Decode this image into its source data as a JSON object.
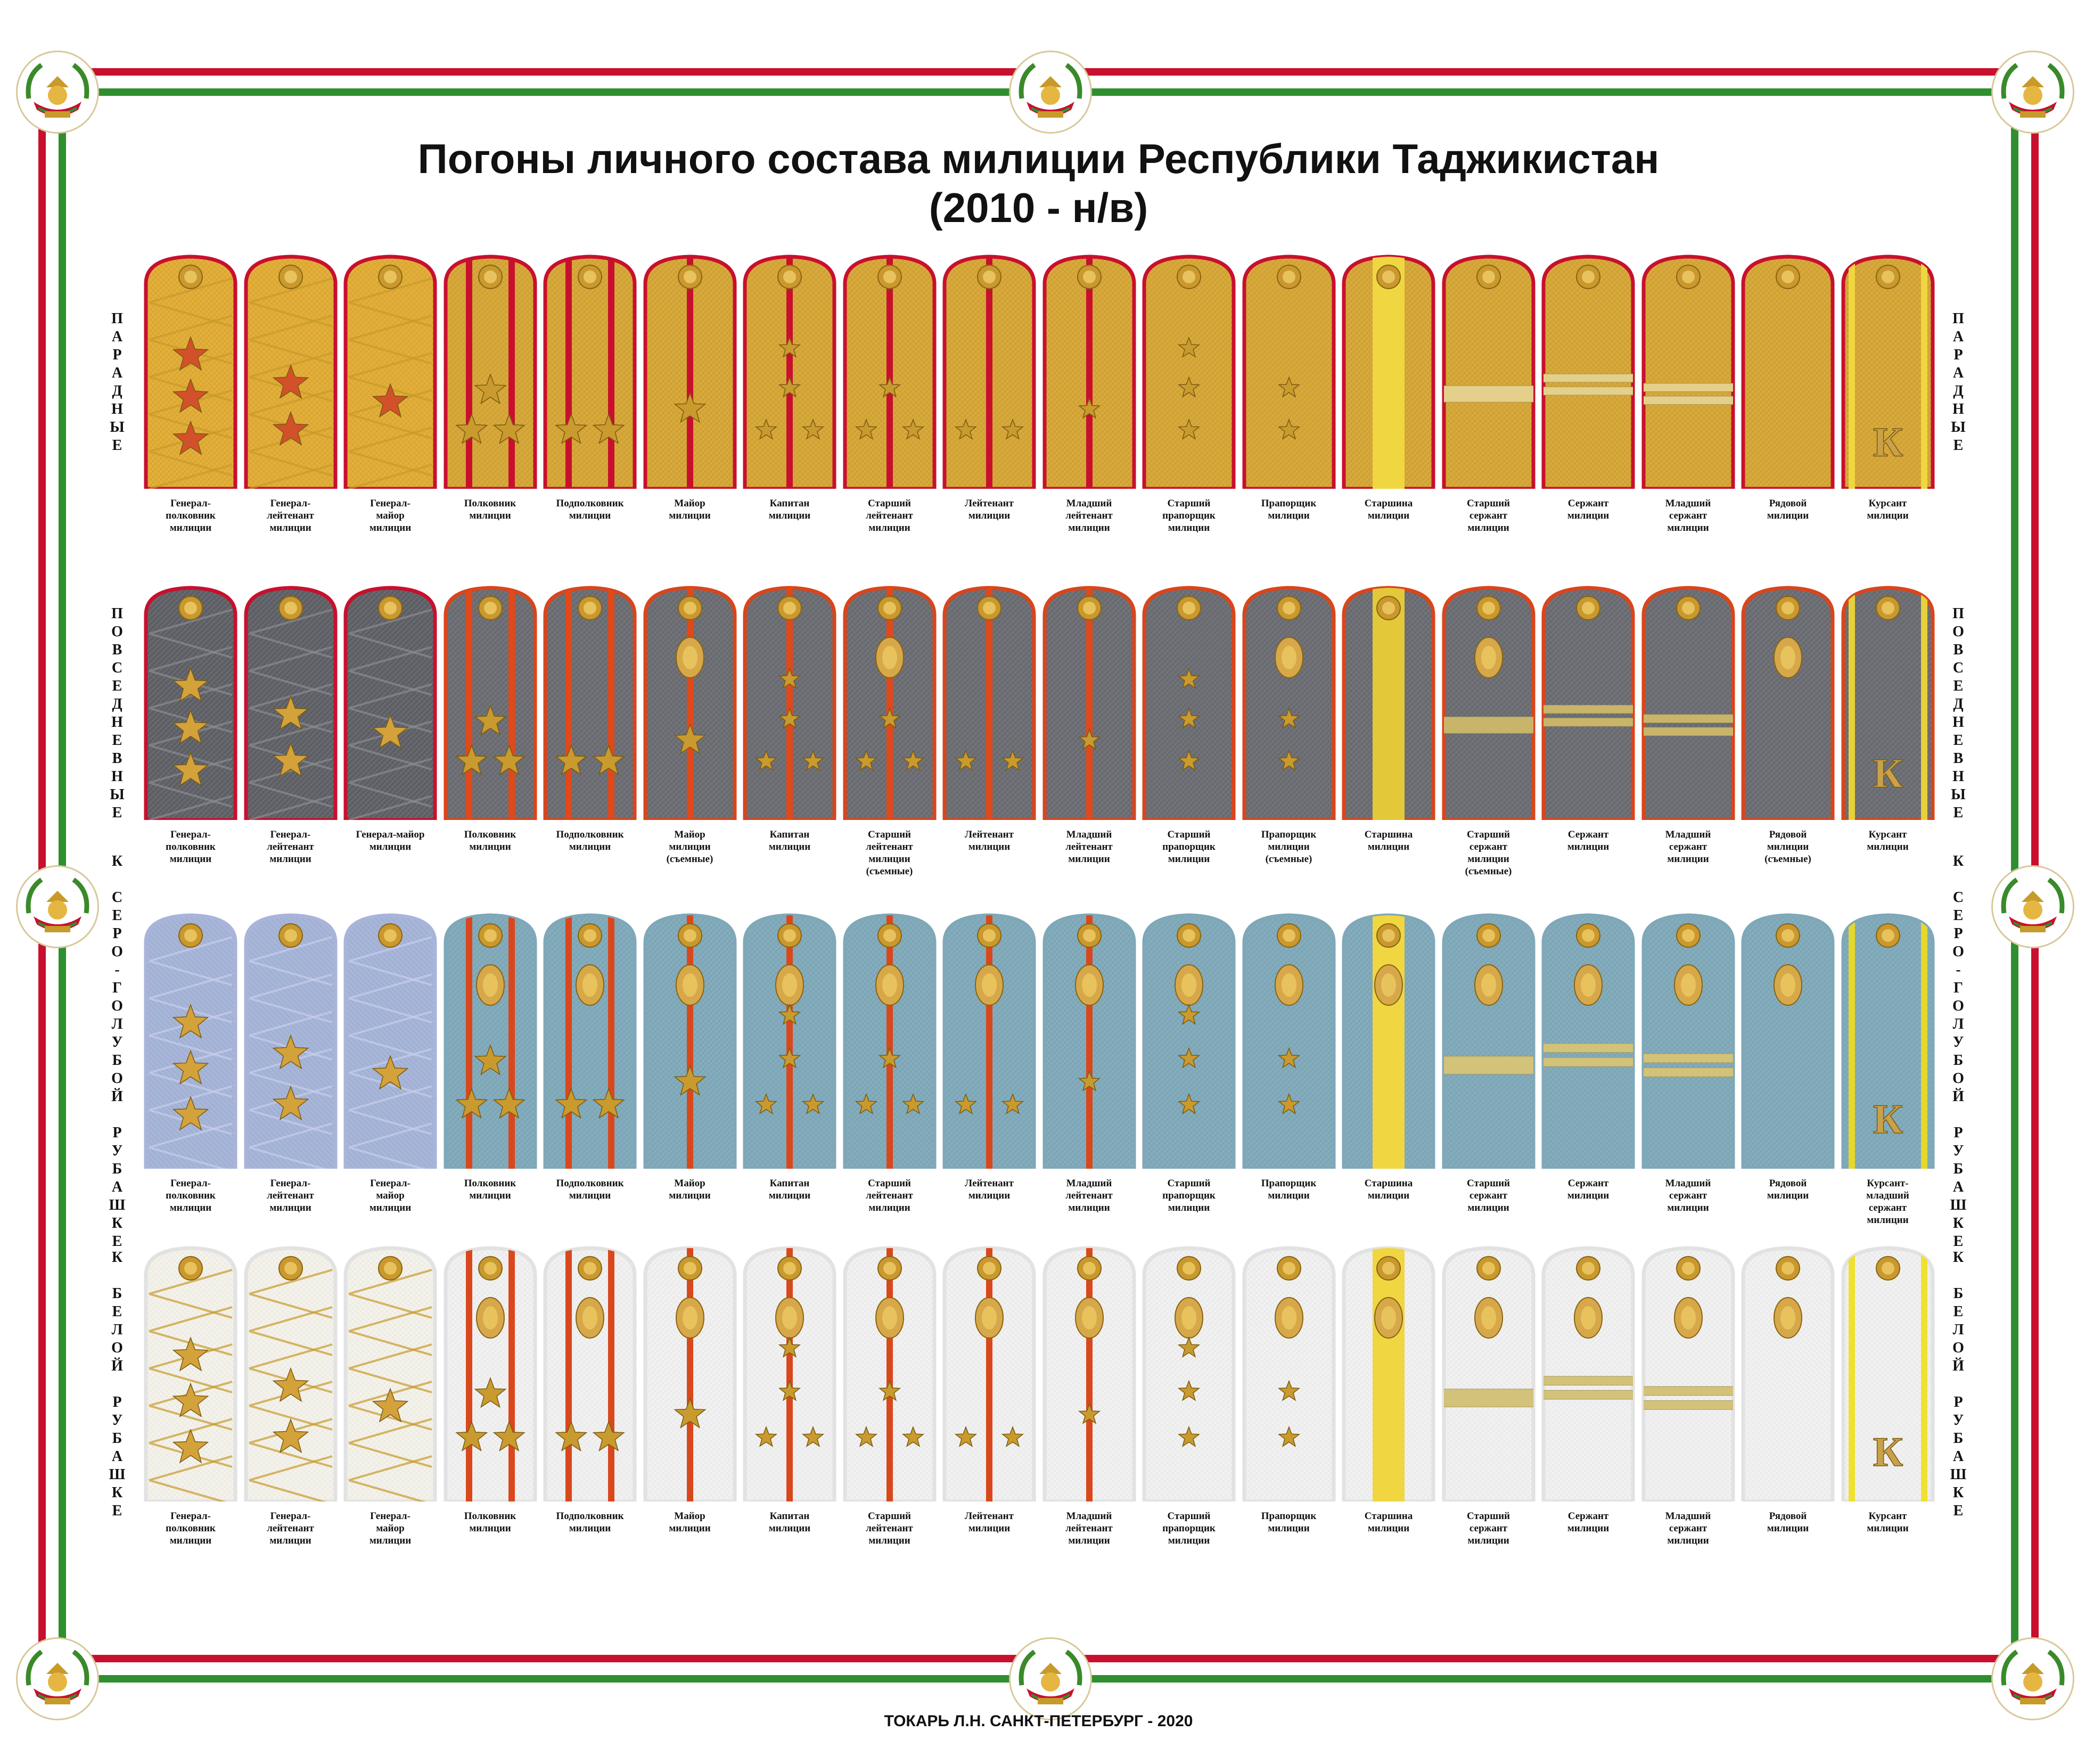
{
  "title_line1": "Погоны личного состава милиции Республики Таджикистан",
  "title_line2": "(2010 - н/в)",
  "footer": "ТОКАРЬ Л.Н.   САНКТ-ПЕТЕРБУРГ - 2020",
  "colors": {
    "frame_red": "#c8102e",
    "frame_green": "#2f8f2f",
    "gold": "#c79a2a"
  },
  "rows": [
    {
      "label": "ПАРАДНЫЕ",
      "ranks": [
        "Генерал-\nполковник\nмилиции",
        "Генерал-\nлейтенант\nмилиции",
        "Генерал-\nмайор\nмилиции",
        "Полковник\nмилиции",
        "Подполковник\nмилиции",
        "Майор\nмилиции",
        "Капитан\nмилиции",
        "Старший\nлейтенант\nмилиции",
        "Лейтенант\nмилиции",
        "Младший\nлейтенант\nмилиции",
        "Старший\nпрапорщик\nмилиции",
        "Прапорщик\nмилиции",
        "Старшина\nмилиции",
        "Старший\nсержант\nмилиции",
        "Сержант\nмилиции",
        "Младший\nсержант\nмилиции",
        "Рядовой\nмилиции",
        "Курсант\nмилиции"
      ]
    },
    {
      "label": "ПОВСЕДНЕВНЫЕ",
      "ranks": [
        "Генерал-\nполковник\nмилиции",
        "Генерал-\nлейтенант\nмилиции",
        "Генерал-майор\nмилиции",
        "Полковник\nмилиции",
        "Подполковник\nмилиции",
        "Майор\nмилиции\n(съемные)",
        "Капитан\nмилиции",
        "Старший\nлейтенант\nмилиции\n(съемные)",
        "Лейтенант\nмилиции",
        "Младший\nлейтенант\nмилиции",
        "Старший\nпрапорщик\nмилиции",
        "Прапорщик\nмилиции\n(съемные)",
        "Старшина\nмилиции",
        "Старший\nсержант\nмилиции\n(съемные)",
        "Сержант\nмилиции",
        "Младший\nсержант\nмилиции",
        "Рядовой\nмилиции\n(съемные)",
        "Курсант\nмилиции"
      ]
    },
    {
      "label": "К СЕРО-ГОЛУБОЙ РУБАШКЕ",
      "ranks": [
        "Генерал-\nполковник\nмилиции",
        "Генерал-\nлейтенант\nмилиции",
        "Генерал-\nмайор\nмилиции",
        "Полковник\nмилиции",
        "Подполковник\nмилиции",
        "Майор\nмилиции",
        "Капитан\nмилиции",
        "Старший\nлейтенант\nмилиции",
        "Лейтенант\nмилиции",
        "Младший\nлейтенант\nмилиции",
        "Старший\nпрапорщик\nмилиции",
        "Прапорщик\nмилиции",
        "Старшина\nмилиции",
        "Старший\nсержант\nмилиции",
        "Сержант\nмилиции",
        "Младший\nсержант\nмилиции",
        "Рядовой\nмилиции",
        "Курсант-\nмладший\nсержант\nмилиции"
      ]
    },
    {
      "label": "К БЕЛОЙ РУБАШКЕ",
      "ranks": [
        "Генерал-\nполковник\nмилиции",
        "Генерал-\nлейтенант\nмилиции",
        "Генерал-\nмайор\nмилиции",
        "Полковник\nмилиции",
        "Подполковник\nмилиции",
        "Майор\nмилиции",
        "Капитан\nмилиции",
        "Старший\nлейтенант\nмилиции",
        "Лейтенант\nмилиции",
        "Младший\nлейтенант\nмилиции",
        "Старший\nпрапорщик\nмилиции",
        "Прапорщик\nмилиции",
        "Старшина\nмилиции",
        "Старший\nсержант\nмилиции",
        "Сержант\nмилиции",
        "Младший\nсержант\nмилиции",
        "Рядовой\nмилиции",
        "Курсант\nмилиции"
      ]
    }
  ],
  "cadet_letter": "К"
}
